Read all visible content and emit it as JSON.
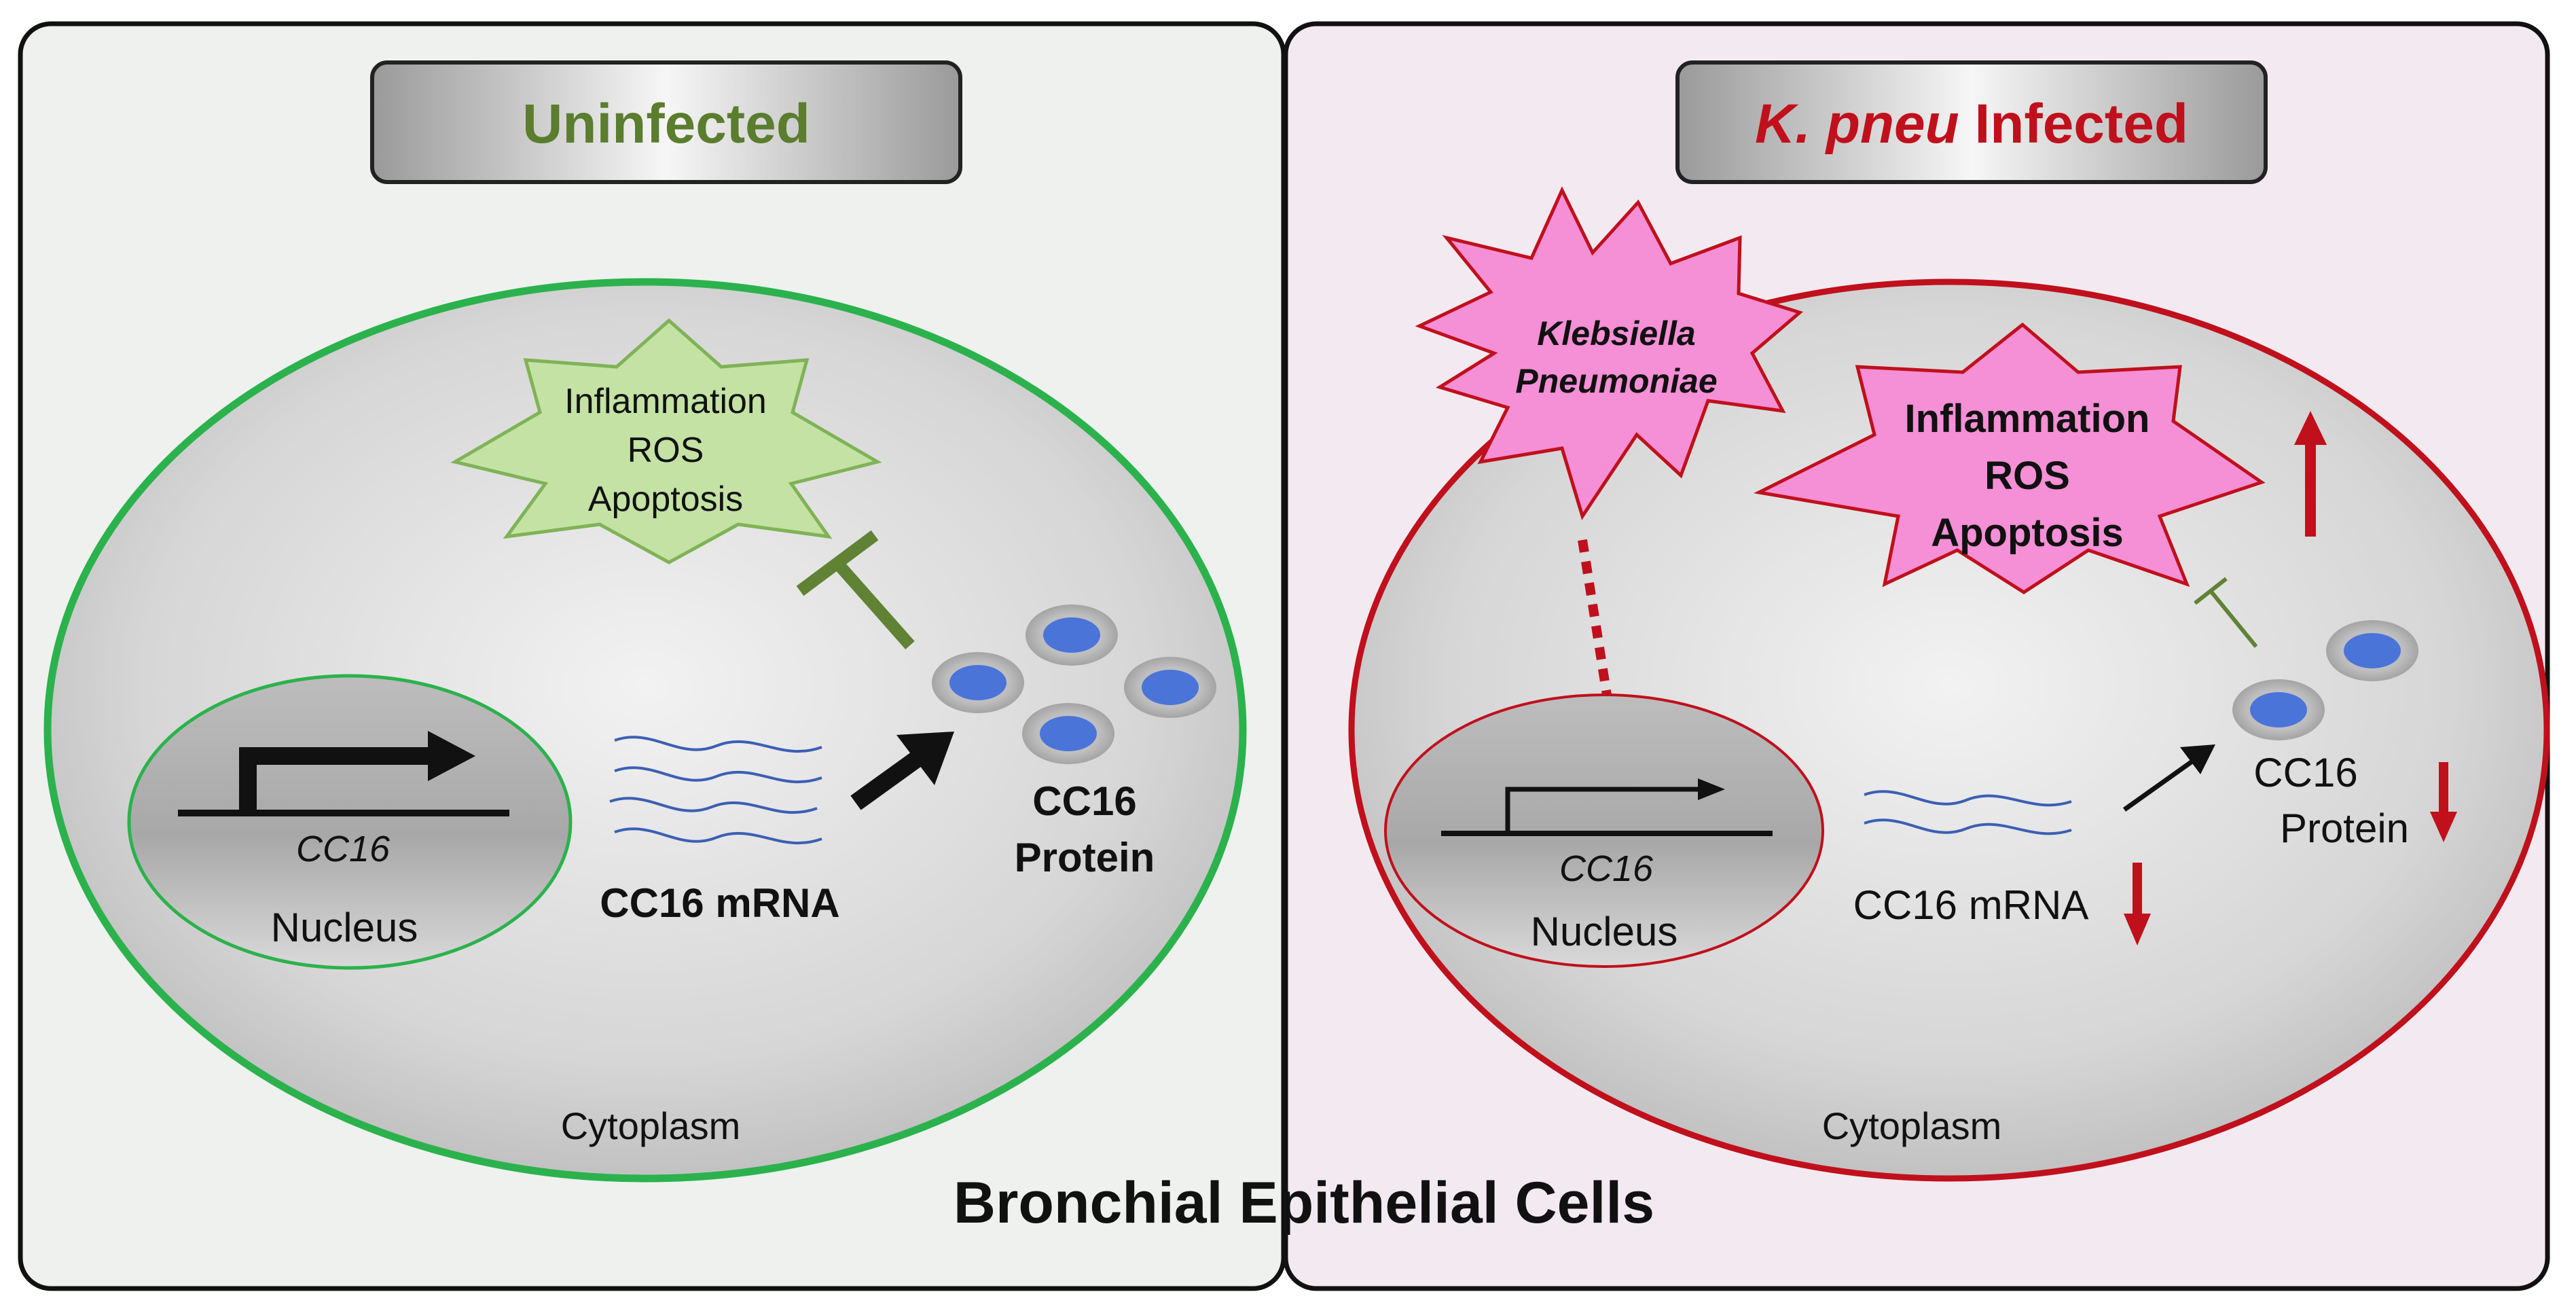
{
  "colors": {
    "left_panel_bg": "#eef1ee",
    "right_panel_bg": "#f3eaf1",
    "uninfected_green": "#5a7d2e",
    "infected_red": "#c0101c",
    "cell_green_border": "#2bb24c",
    "cell_red_border": "#c0101c",
    "star_green_fill": "#c3e2a4",
    "star_pink_fill": "#f58fd6",
    "protein_blue": "#4a74d8",
    "mrna_blue": "#3b5fb3"
  },
  "left": {
    "title": "Uninfected",
    "star_line1": "Inflammation",
    "star_line2": "ROS",
    "star_line3": "Apoptosis",
    "gene": "CC16",
    "nucleus": "Nucleus",
    "mrna": "CC16 mRNA",
    "protein_line1": "CC16",
    "protein_line2": "Protein",
    "cytoplasm": "Cytoplasm"
  },
  "right": {
    "title_italic": "K. pneu",
    "title_rest": " Infected",
    "pathogen_line1": "Klebsiella",
    "pathogen_line2": "Pneumoniae",
    "star_line1": "Inflammation",
    "star_line2": "ROS",
    "star_line3": "Apoptosis",
    "gene": "CC16",
    "nucleus": "Nucleus",
    "mrna": "CC16 mRNA",
    "protein_line1": "CC16",
    "protein_line2": "Protein",
    "cytoplasm": "Cytoplasm"
  },
  "footer": "Bronchial Epithelial Cells",
  "icons": [
    "activation-arrow-icon",
    "inhibition-tbar-icon",
    "up-arrow-icon",
    "down-arrow-icon",
    "promoter-arrow-icon"
  ]
}
